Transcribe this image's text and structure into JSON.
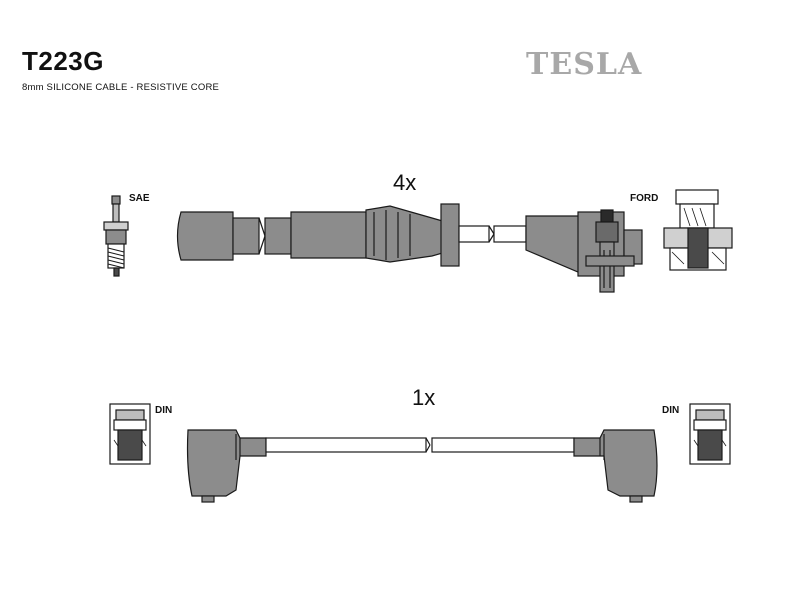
{
  "header": {
    "part_code": "T223G",
    "description": "8mm SILICONE CABLE - RESISTIVE CORE",
    "brand": "TESLA"
  },
  "top_assembly": {
    "quantity": "4x",
    "left_connector_label": "SAE",
    "right_connector_label": "FORD"
  },
  "bottom_assembly": {
    "quantity": "1x",
    "left_connector_label": "DIN",
    "right_connector_label": "DIN"
  },
  "colors": {
    "part_fill": "#8c8c8c",
    "dark_fill": "#4a4a4a",
    "outline": "#1a1a1a",
    "brand_gray": "#a8a8a8"
  }
}
